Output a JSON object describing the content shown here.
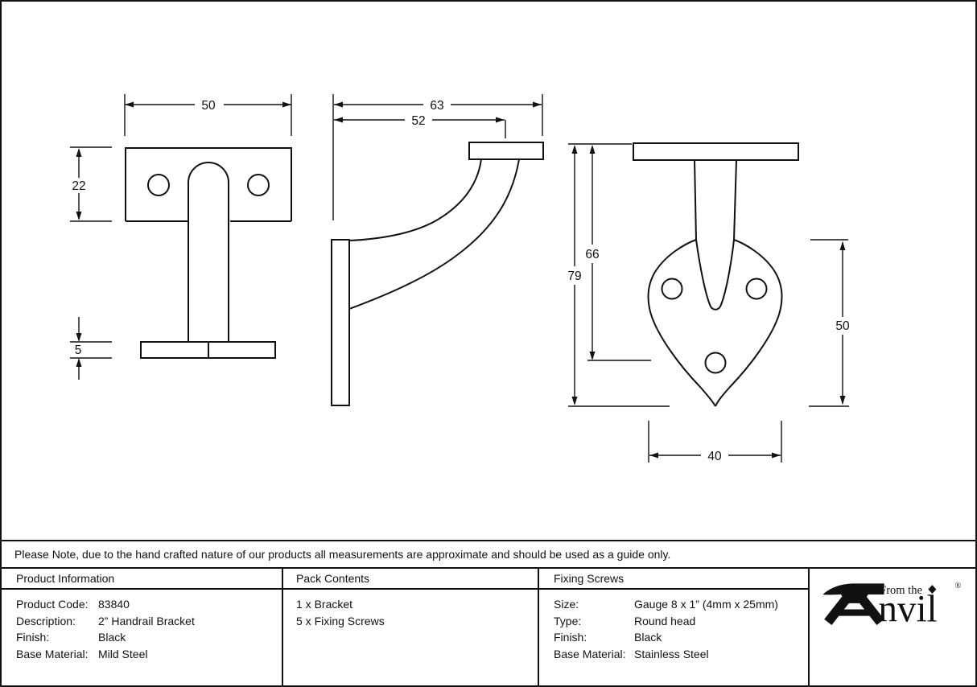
{
  "colors": {
    "ink": "#111111",
    "background": "#ffffff"
  },
  "note": "Please Note, due to the hand crafted nature of our products all measurements are approximate and should be used as a guide only.",
  "drawing": {
    "front_view": {
      "overall_width": "50",
      "backplate_height": "22",
      "saddle_thickness": "5"
    },
    "side_view": {
      "overall_projection": "63",
      "inner_projection": "52"
    },
    "back_view": {
      "overall_height": "79",
      "fixing_height": "66",
      "plate_height": "50",
      "plate_width": "40"
    }
  },
  "table": {
    "product_information": {
      "header": "Product Information",
      "rows": [
        {
          "label": "Product Code:",
          "value": "83840"
        },
        {
          "label": "Description:",
          "value": "2” Handrail Bracket"
        },
        {
          "label": "Finish:",
          "value": "Black"
        },
        {
          "label": "Base Material:",
          "value": "Mild Steel"
        }
      ]
    },
    "pack_contents": {
      "header": "Pack Contents",
      "items": [
        "1 x Bracket",
        "5 x Fixing Screws"
      ]
    },
    "fixing_screws": {
      "header": "Fixing Screws",
      "rows": [
        {
          "label": "Size:",
          "value": "Gauge 8 x 1” (4mm x 25mm)"
        },
        {
          "label": "Type:",
          "value": "Round head"
        },
        {
          "label": "Finish:",
          "value": "Black"
        },
        {
          "label": "Base Material:",
          "value": "Stainless Steel"
        }
      ]
    }
  },
  "brand": {
    "name": "Anvil",
    "prefix": "From the",
    "name_rest": "nvil",
    "registered_mark": "®"
  }
}
